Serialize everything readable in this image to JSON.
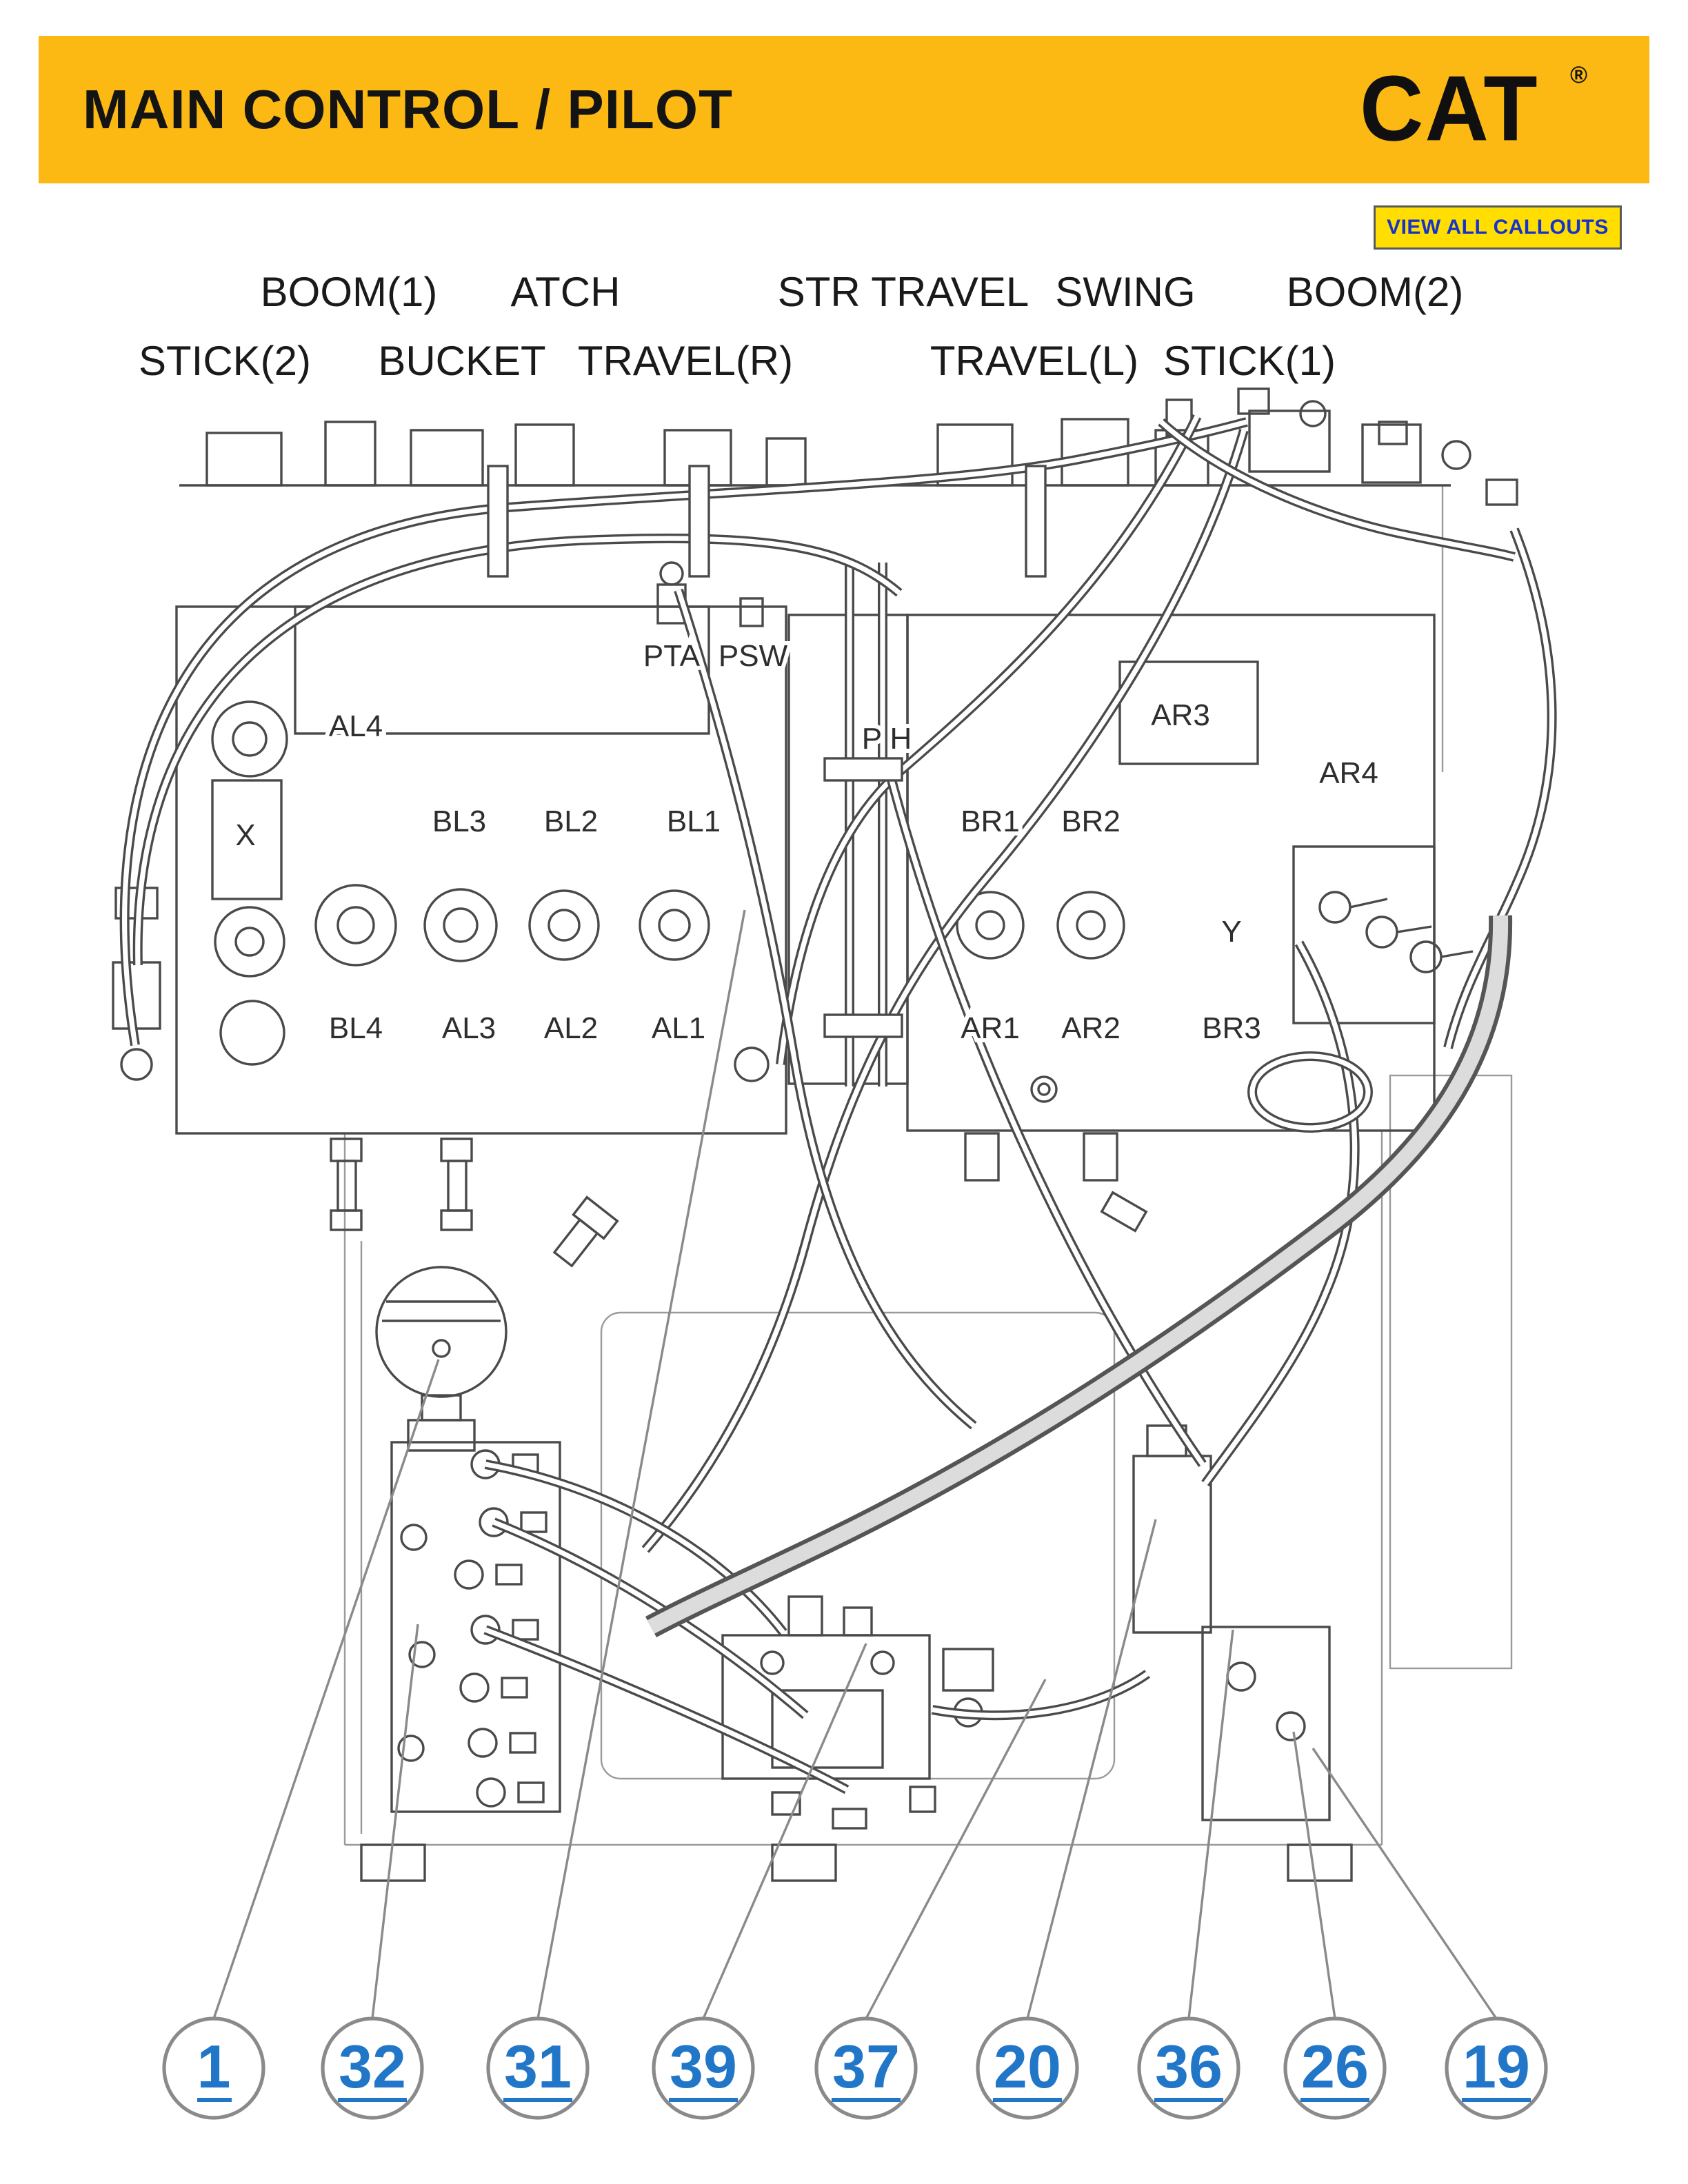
{
  "header": {
    "title": "MAIN CONTROL / PILOT",
    "logo_text": "CAT",
    "logo_reg": "®"
  },
  "toolbar": {
    "view_all_callouts_label": "VIEW ALL CALLOUTS"
  },
  "colors": {
    "banner_bg": "#FCB813",
    "button_bg": "#FFDE00",
    "button_text": "#1533CC",
    "callout_text": "#2176C7",
    "line_art": "#4A4A4A"
  },
  "diagram": {
    "section_labels_row1": [
      "BOOM(1)",
      "ATCH",
      "STR TRAVEL",
      "SWING",
      "BOOM(2)"
    ],
    "section_labels_row2": [
      "STICK(2)",
      "BUCKET",
      "TRAVEL(R)",
      "TRAVEL(L)",
      "STICK(1)"
    ],
    "ports": {
      "pta": "PTA",
      "psw": "PSW",
      "al4": "AL4",
      "x": "X",
      "bl3": "BL3",
      "bl2": "BL2",
      "bl1": "BL1",
      "ph": "P H",
      "br1": "BR1",
      "br2": "BR2",
      "ar3": "AR3",
      "ar4": "AR4",
      "y": "Y",
      "bl4": "BL4",
      "al3": "AL3",
      "al2": "AL2",
      "al1": "AL1",
      "ar1": "AR1",
      "ar2": "AR2",
      "br3": "BR3"
    },
    "callouts": [
      "1",
      "32",
      "31",
      "39",
      "37",
      "20",
      "36",
      "26",
      "19"
    ]
  }
}
